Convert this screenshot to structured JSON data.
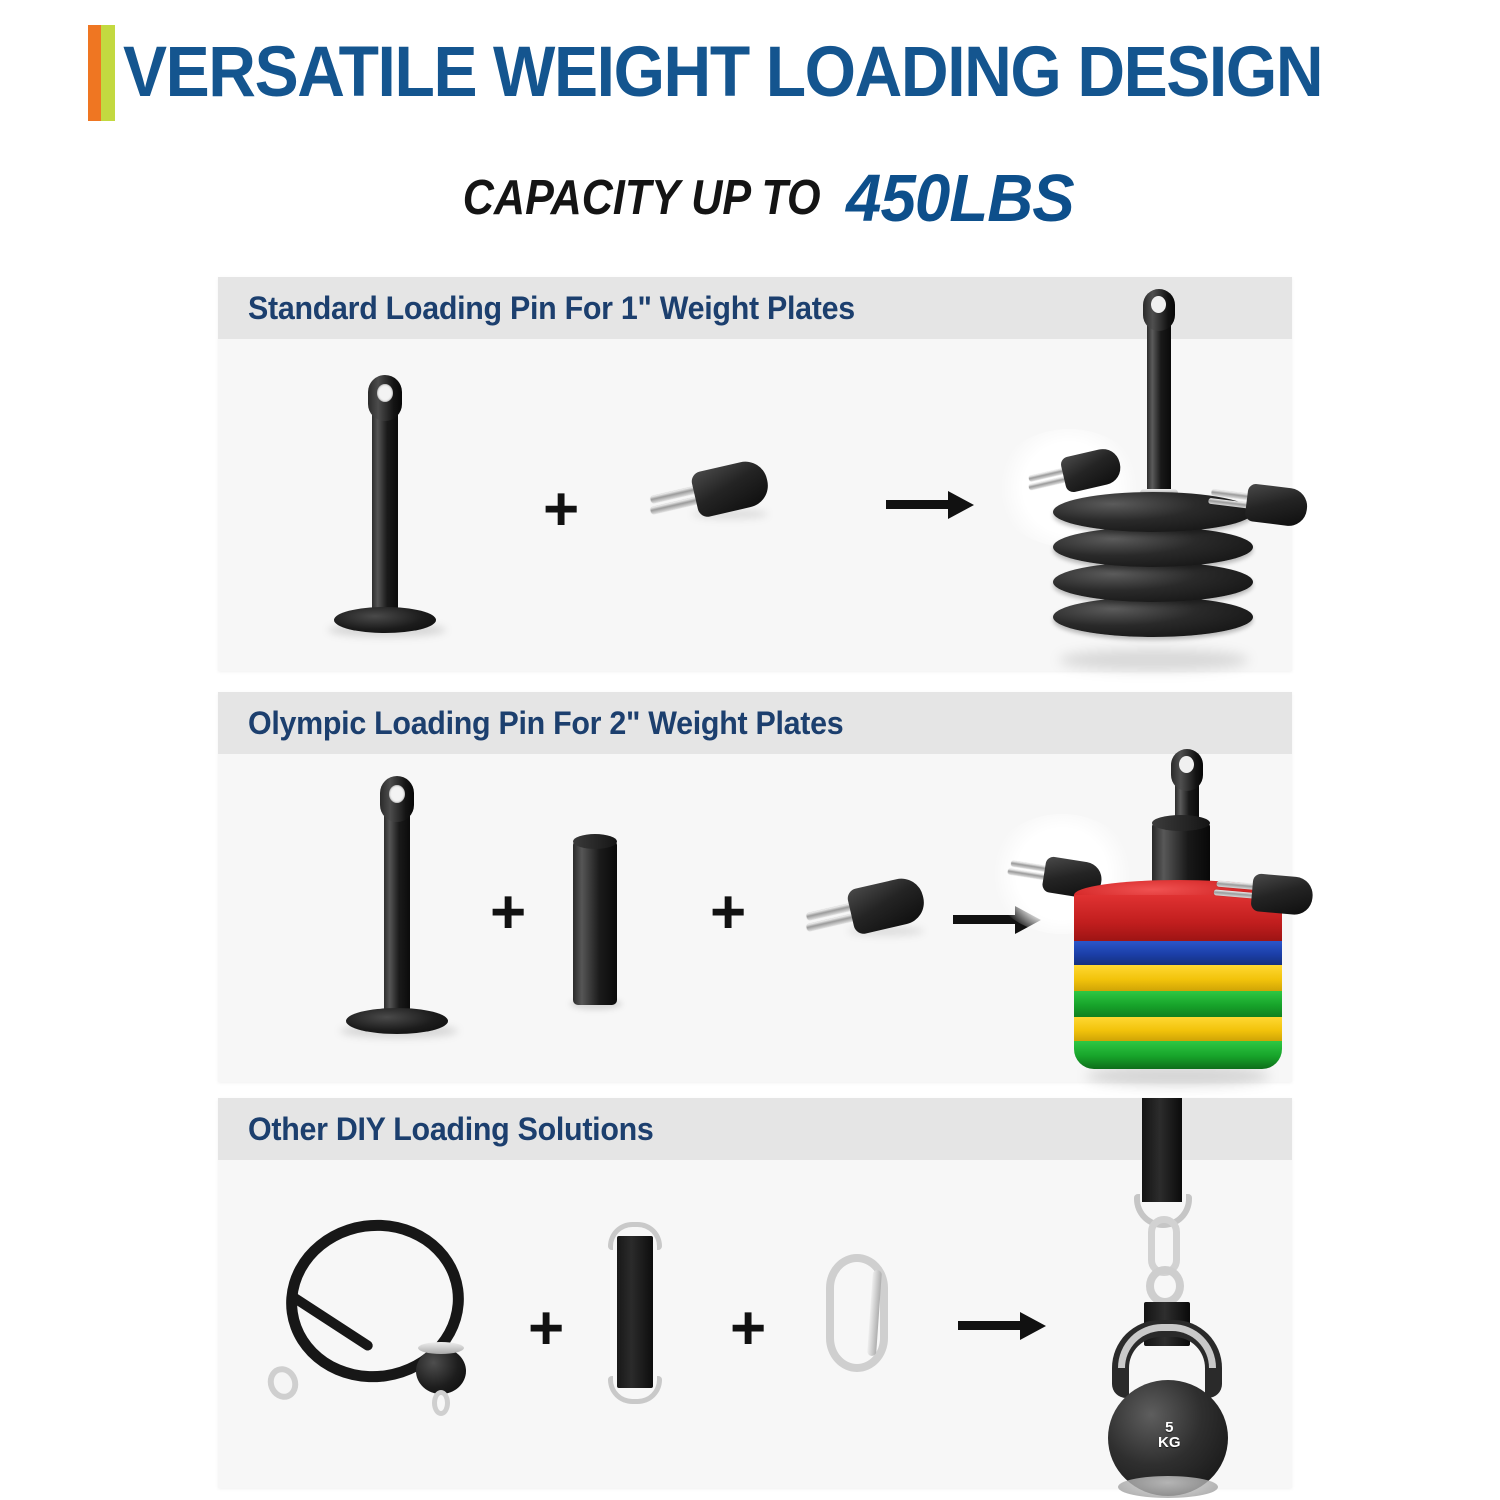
{
  "header": {
    "title": "VERSATILE WEIGHT LOADING DESIGN",
    "accent_orange": "#ef7622",
    "accent_lime": "#c3d940",
    "title_color": "#14558f",
    "subtitle_prefix": "CAPACITY UP TO",
    "subtitle_value": "450LBS",
    "subtitle_value_color": "#0d4f8b"
  },
  "sections": [
    {
      "id": "standard",
      "heading": "Standard Loading Pin For 1\" Weight Plates",
      "operators": [
        "+",
        "→"
      ],
      "components": [
        {
          "name": "Loading Pin",
          "icon": "loading-pin"
        },
        {
          "name": "Spring Clip Collar",
          "icon": "spring-clip"
        },
        {
          "name": "Assembled Pin With Black Weight Plates",
          "icon": "black-plate-stack"
        }
      ],
      "plate_count": 4,
      "plate_color": "#1a1a1a"
    },
    {
      "id": "olympic",
      "heading": "Olympic Loading Pin For 2\" Weight Plates",
      "operators": [
        "+",
        "+",
        "→"
      ],
      "components": [
        {
          "name": "Loading Pin",
          "icon": "loading-pin"
        },
        {
          "name": "Olympic Sleeve Adapter",
          "icon": "sleeve-adapter"
        },
        {
          "name": "Spring Clip Collar",
          "icon": "spring-clip"
        },
        {
          "name": "Assembled Pin With Olympic Bumper Plates",
          "icon": "color-plate-stack"
        }
      ],
      "plates": [
        {
          "color": "#d22323",
          "label": "",
          "thickness": 46
        },
        {
          "color": "#1b3fa8",
          "label": "",
          "thickness": 24
        },
        {
          "color": "#f2c30b",
          "label": "",
          "thickness": 26
        },
        {
          "color": "#17a32a",
          "label": "",
          "thickness": 26
        },
        {
          "color": "#f2c30b",
          "label": "",
          "thickness": 24
        },
        {
          "color": "#17a32a",
          "label": "",
          "thickness": 28
        }
      ]
    },
    {
      "id": "diy",
      "heading": "Other DIY Loading Solutions",
      "operators": [
        "+",
        "+",
        "→"
      ],
      "components": [
        {
          "name": "Steel Cable With Ball Stopper",
          "icon": "steel-cable"
        },
        {
          "name": "Nylon Strap With D-Rings",
          "icon": "nylon-strap"
        },
        {
          "name": "Carabiner",
          "icon": "carabiner"
        },
        {
          "name": "Kettlebell Hanging From Strap",
          "icon": "kettlebell"
        }
      ],
      "kettlebell_label_line1": "5",
      "kettlebell_label_line2": "KG"
    }
  ],
  "panel": {
    "head_bg": "#e5e5e5",
    "body_bg": "#f7f7f7",
    "heading_color": "#1c3f6e"
  }
}
